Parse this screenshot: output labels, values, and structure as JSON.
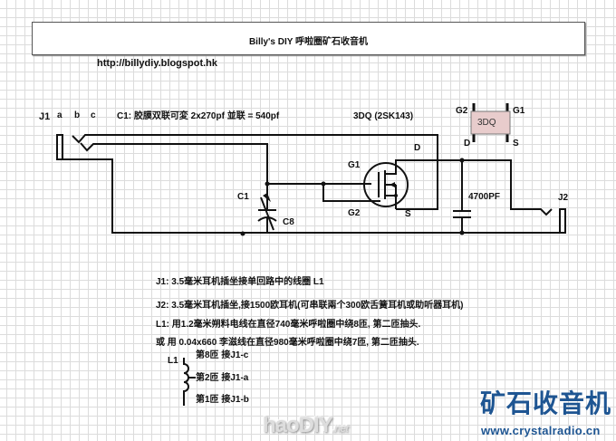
{
  "title": "Billy's DIY 呼啦圈矿石收音机",
  "url": "http://billydiy.blogspot.hk",
  "labels": {
    "j1": "J1",
    "a": "a",
    "b": "b",
    "c": "c",
    "c1_note": "C1: 胶膜双联可変 2x270pf 並联 = 540pf",
    "transistor": "3DQ (2SK143)",
    "d": "D",
    "s": "S",
    "g1": "G1",
    "g2": "G2",
    "c1": "C1",
    "c8": "C8",
    "cap": "4700PF",
    "j2": "J2"
  },
  "package": {
    "name": "3DQ",
    "g2": "G2",
    "g1": "G1",
    "d": "D",
    "s": "S",
    "color": "#e8cccc"
  },
  "notes": [
    "J1: 3.5毫米耳机插坐接单回路中的线圈 L1",
    "J2: 3.5毫米耳机插坐,接1500欧耳机(可串联兩个300欧舌簧耳机或助听器耳机)",
    "L1: 用1.2毫米朔料电线在直径740毫米呼啦圈中绕8匝, 第二匝抽头.",
    "或 用 0.04x660 李滋线在直径980毫米呼啦圈中绕7匝, 第二匝抽头."
  ],
  "coil": {
    "label": "L1",
    "taps": [
      "第8匝 接J1-c",
      "第2匝 接J1-a",
      "第1匝 接J1-b"
    ]
  },
  "watermark": {
    "main": "haoDIY",
    "suffix": ".net"
  },
  "logo": {
    "title": "矿石收音机",
    "url": "www.crystalradio.cn",
    "color": "#1e5592"
  }
}
